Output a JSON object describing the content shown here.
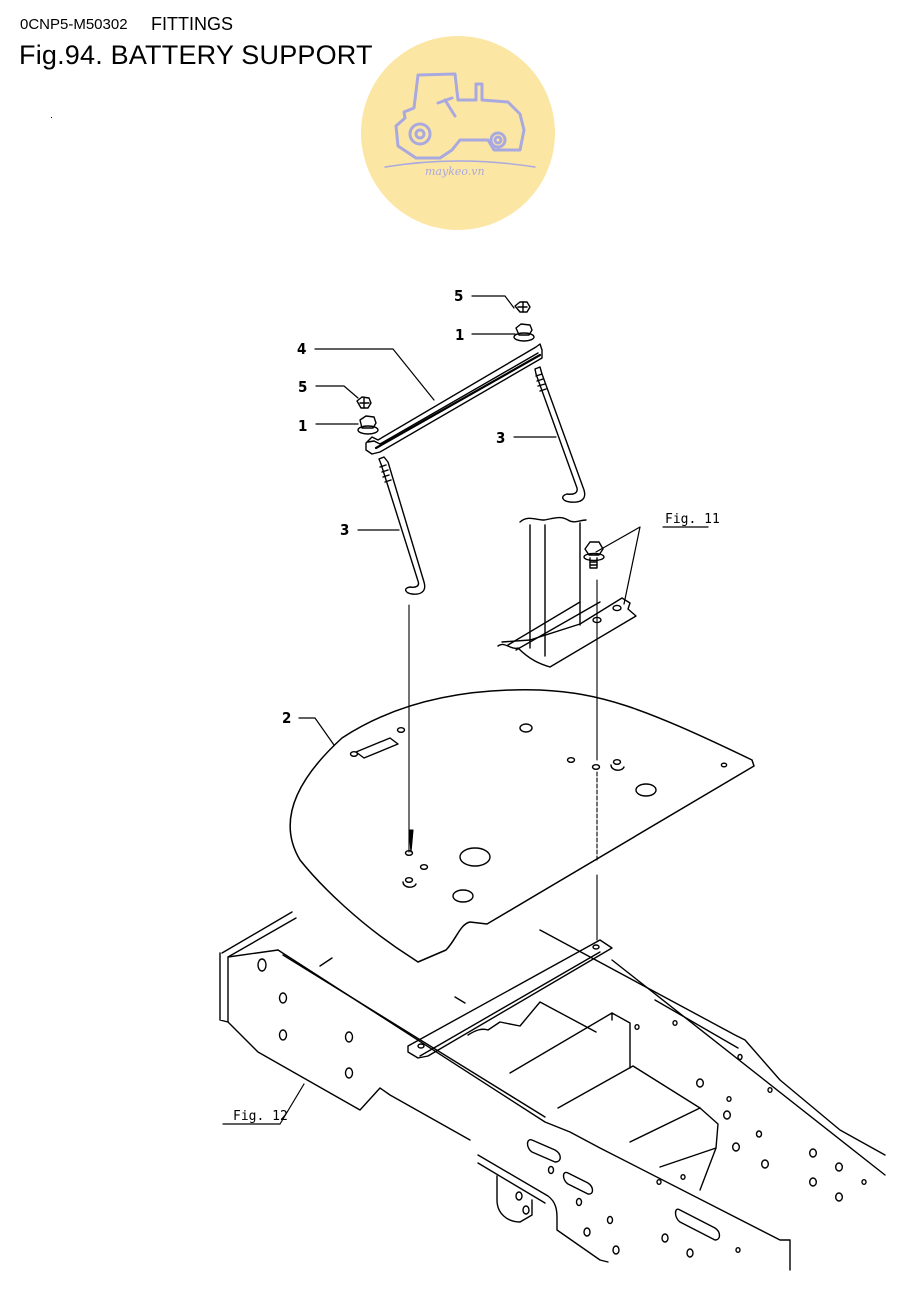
{
  "header": {
    "code": "0CNP5-M50302",
    "section": "FITTINGS",
    "title": "Fig.94.  BATTERY SUPPORT"
  },
  "watermark": {
    "text": "maykeo.vn",
    "icon": "tractor-icon",
    "circle_color": "#fce6a4",
    "icon_color": "#a9a9e0"
  },
  "callouts": [
    {
      "id": "5-top",
      "label": "5",
      "part": "nut"
    },
    {
      "id": "1-top",
      "label": "1",
      "part": "flange-nut"
    },
    {
      "id": "4",
      "label": "4",
      "part": "battery-holder-bar"
    },
    {
      "id": "5-left",
      "label": "5",
      "part": "nut"
    },
    {
      "id": "1-left",
      "label": "1",
      "part": "flange-nut"
    },
    {
      "id": "3-right",
      "label": "3",
      "part": "j-bolt"
    },
    {
      "id": "3-left",
      "label": "3",
      "part": "j-bolt"
    },
    {
      "id": "2",
      "label": "2",
      "part": "battery-support-plate"
    }
  ],
  "references": [
    {
      "id": "fig11",
      "label": "Fig. 11"
    },
    {
      "id": "fig12",
      "label": "Fig. 12"
    }
  ],
  "colors": {
    "line": "#000000",
    "background": "#ffffff"
  }
}
